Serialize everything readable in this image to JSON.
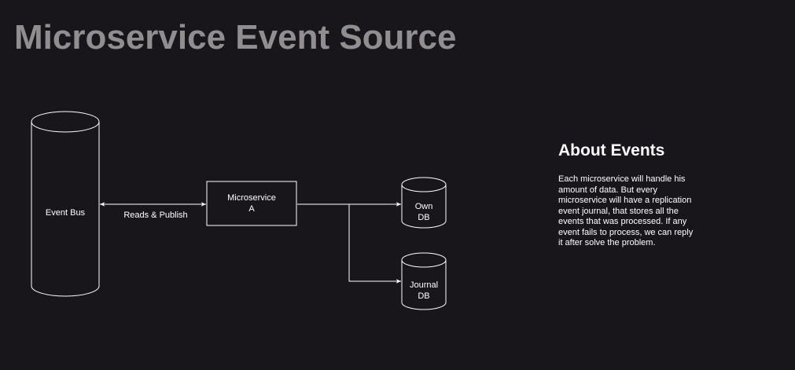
{
  "title": "Microservice Event Source",
  "nodes": {
    "event_bus": {
      "label": "Event Bus"
    },
    "microservice": {
      "line1": "Microservice",
      "line2": "A"
    },
    "own_db": {
      "line1": "Own",
      "line2": "DB"
    },
    "journal_db": {
      "line1": "Journal",
      "line2": "DB"
    }
  },
  "edges": {
    "bus_microservice": {
      "label": "Reads & Publish"
    }
  },
  "about": {
    "heading": "About Events",
    "text": "Each microservice will handle his amount of data. But every microservice will have a replication event journal, that stores all the events that was processed. If any event fails to process, we can reply it after solve the problem."
  },
  "colors": {
    "background": "#18161b",
    "title": "#8f8f8f",
    "stroke": "#ffffff",
    "text": "#ffffff"
  }
}
